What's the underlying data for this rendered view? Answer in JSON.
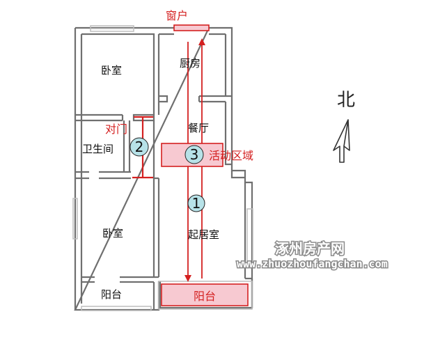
{
  "rooms": {
    "bedroom_top": "卧室",
    "kitchen": "厨房",
    "dining": "餐厅",
    "bathroom": "卫生间",
    "bedroom_bottom": "卧室",
    "living": "起居室",
    "balcony_left": "阳台",
    "balcony_right": "阳台"
  },
  "annotations": {
    "window": "窗户",
    "opposite_doors": "对门",
    "activity_area": "活动区域"
  },
  "markers": {
    "one": "1",
    "two": "2",
    "three": "3"
  },
  "compass": {
    "north": "北"
  },
  "watermark": {
    "title": "涿州房产网",
    "url": "www.zhuozhoufangchan.com"
  },
  "colors": {
    "wall": "#6f6f6f",
    "wall_light": "#c4c4c4",
    "accent_red": "#d42020",
    "pink_fill": "#f7c9d1",
    "marker_fill": "#b7e2e8"
  }
}
